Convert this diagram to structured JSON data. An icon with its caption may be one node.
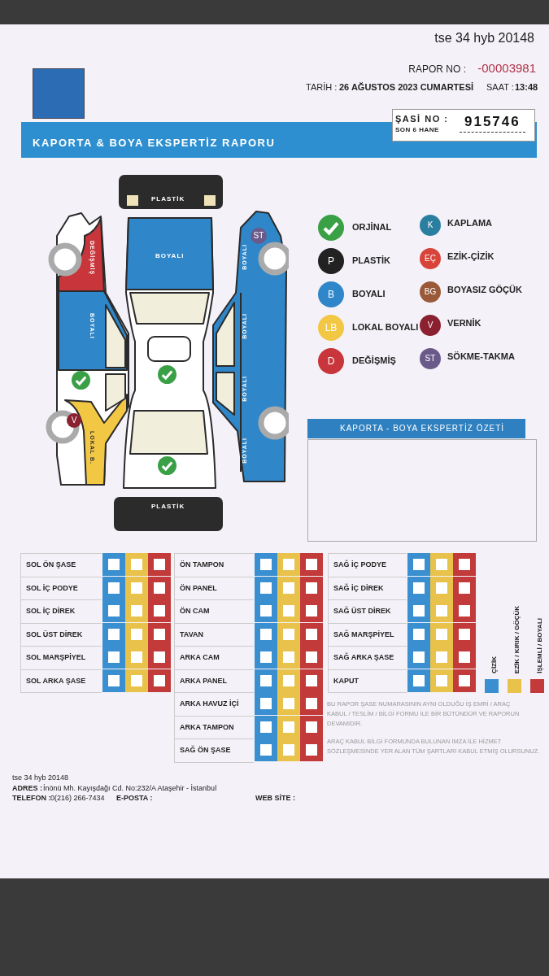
{
  "diagram": {
    "title": "KAPORTA & BOYA EKSPERTİZ RAPORU",
    "labels": [
      "tse 34 hyb 20148",
      "RAPOR NO :",
      "-00003981",
      "TARİH :",
      "26 AĞUSTOS 2023 CUMARTESİ",
      "SAAT :",
      "13:48",
      "ŞASİ NO :",
      "SON 6 HANE",
      "915746",
      "PLASTİK",
      "DEĞİŞMİŞ",
      "BOYALI",
      "V",
      "LOKAL B.",
      "BOYALI",
      "ST",
      "BOYALI",
      "BOYALI",
      "BOYALI",
      "BOYALI",
      "PLASTİK",
      "K",
      "P",
      "EÇ",
      "B",
      "BG",
      "LB",
      "V",
      "D",
      "ST",
      "KAPORTA - BOYA EKSPERTİZ ÖZETİ",
      "SOL ÖN ŞASE",
      "ÖN TAMPON",
      "SAĞ İÇ PODYE",
      "SOL İÇ PODYE",
      "ÖN PANEL",
      "SAĞ İÇ DİREK",
      "SOL İÇ DİREK",
      "ÖN CAM",
      "SAĞ ÜST DİREK",
      "SOL ÜST DİREK",
      "TAVAN",
      "SAĞ MARŞPİYEL",
      "SOL MARŞPİYEL",
      "ARKA CAM",
      "SAĞ ARKA ŞASE",
      "SOL ARKA ŞASE",
      "ARKA PANEL",
      "KAPUT",
      "ARKA HAVUZ İÇİ",
      "ARKA TAMPON",
      "SAĞ ÖN ŞASE",
      "BU RAPOR ŞASE NUMARASININ AYNI OLDUĞU İŞ EMRİ / ARAÇ KABUL / TESLİM / BİLGİ FORMU İLE BİR BÜTÜNDÜR VE RAPORUN DEVAMIDIR.",
      "ARAÇ KABUL BİLGİ FORMUNDA BULUNAN İMZA İLE HİZMET SÖZLEŞMESİNDE YER ALAN TÜM ŞARTLARI KABUL ETMİŞ OLURSUNUZ.",
      "tse 34 hyb 20148",
      "ADRES :",
      "İnönü Mh. Kayışdağı Cd. No:232/A Ataşehir - İstanbul",
      "TELEFON :",
      "0(216) 266-7434",
      "E-POSTA :",
      "WEB SİTE :"
    ],
    "legend": [
      {
        "text": "ORJİNAL",
        "color": "#3aa046"
      },
      {
        "text": "KAPLAMA",
        "color": "#2a7fa0"
      },
      {
        "text": "PLASTİK",
        "color": "#222222"
      },
      {
        "text": "EZİK-ÇİZİK",
        "color": "#d8443a"
      },
      {
        "text": "BOYALI",
        "color": "#2f86c9"
      },
      {
        "text": "BOYASIZ GÖÇÜK",
        "color": "#9a5a3a"
      },
      {
        "text": "LOKAL BOYALI",
        "color": "#f2c744"
      },
      {
        "text": "VERNİK",
        "color": "#8a2030"
      },
      {
        "text": "DEĞİŞMİŞ",
        "color": "#c8353a"
      },
      {
        "text": "SÖKME-TAKMA",
        "color": "#6a5a8a"
      },
      {
        "text": "ÇİZİK",
        "color": "#3a8fd0"
      },
      {
        "text": "EZİK / KIRIK / GÖÇÜK",
        "color": "#e8c24a"
      },
      {
        "text": "İŞLEMLİ / BOYALI",
        "color": "#c23a3a"
      }
    ]
  }
}
